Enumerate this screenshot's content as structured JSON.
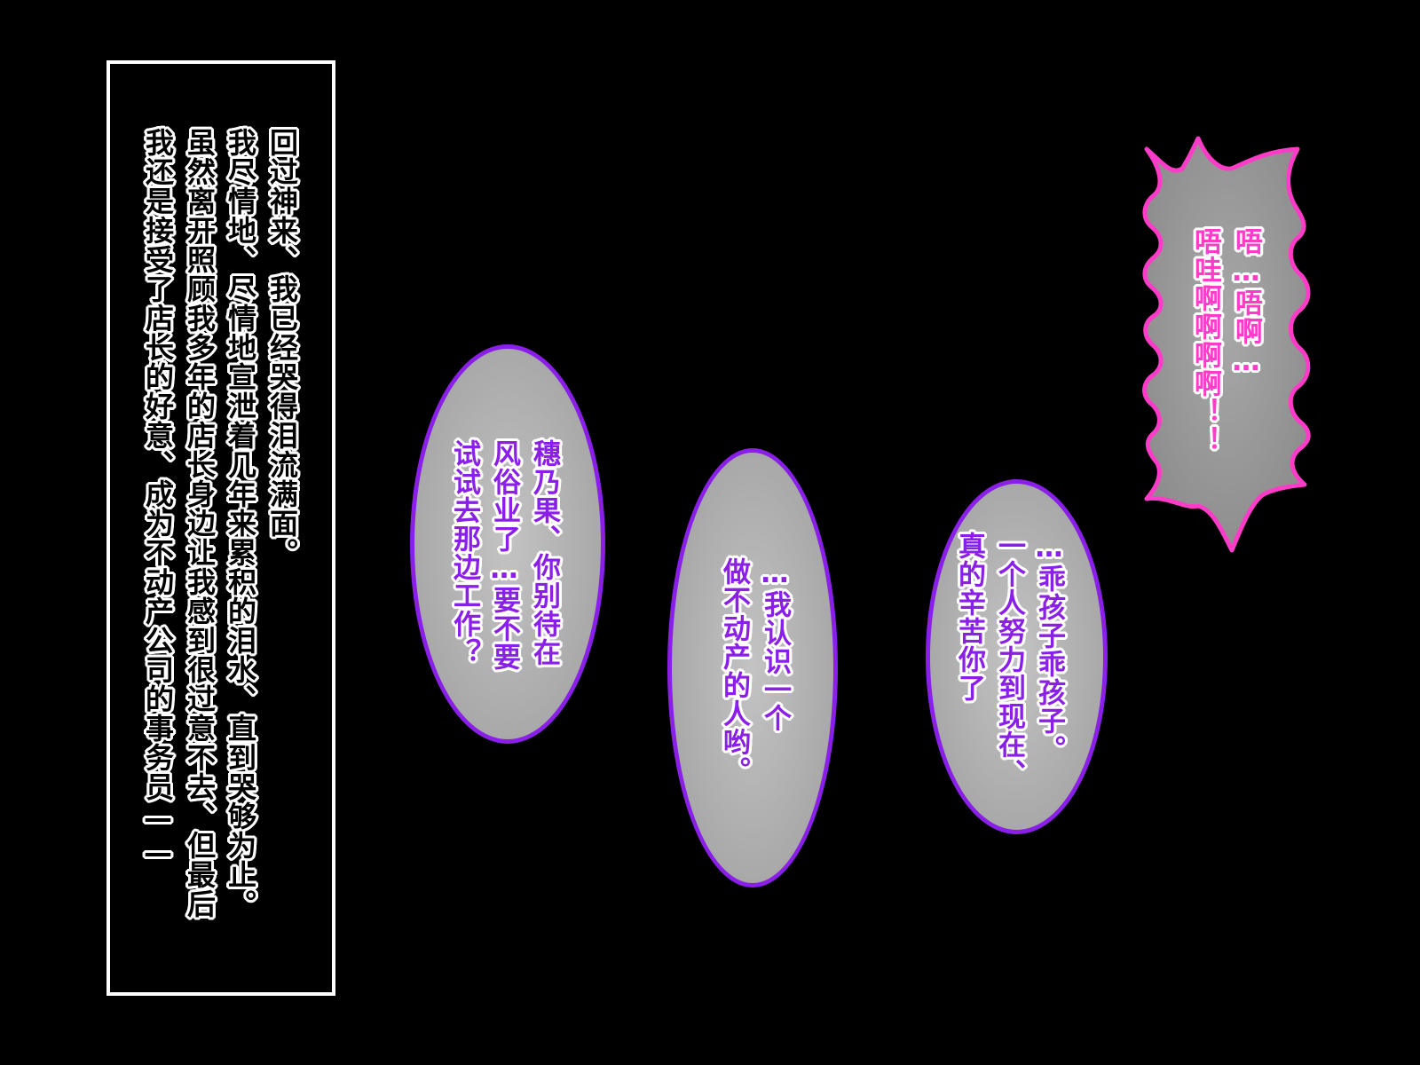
{
  "narration": {
    "lines": [
      "回过神来、我已经哭得泪流满面。",
      "我尽情地、尽情地宣泄着几年来累积的泪水、直到哭够为止。",
      "虽然离开照顾我多年的店长身边让我感到很过意不去、但最后",
      "我还是接受了店长的好意、成为不动产公司的事务员——"
    ]
  },
  "bubbles": {
    "left": {
      "lines": [
        "穗乃果、你别待在",
        "风俗业了…要不要",
        "试试去那边工作？"
      ]
    },
    "middle": {
      "lines": [
        "…我认识一个",
        "做不动产的人哟。"
      ]
    },
    "right": {
      "lines": [
        "…乖孩子乖孩子。",
        "一个人努力到现在、",
        "真的辛苦你了"
      ]
    },
    "spiky": {
      "lines": [
        "唔…唔啊…",
        "唔哇啊啊啊啊！！"
      ]
    }
  },
  "colors": {
    "background": "#000000",
    "narration_border": "#ffffff",
    "bubble_border": "#8a1fe8",
    "bubble_text": "#8a1fe8",
    "spiky_border": "#ff3cc8",
    "spiky_text": "#ff3cc8",
    "bubble_fill": "#b0b0b0"
  }
}
